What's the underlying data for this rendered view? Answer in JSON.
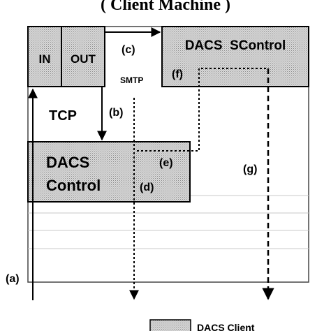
{
  "title": "( Client Machine )",
  "boxes": {
    "in_label": "IN",
    "out_label": "OUT",
    "dacs_scontrol_label": "DACS  SControl",
    "dacs_control_line1": "DACS",
    "dacs_control_line2": "Control"
  },
  "labels": {
    "tcp": "TCP",
    "smtp": "SMTP",
    "a": "(a)",
    "b": "(b)",
    "c": "(c)",
    "d": "(d)",
    "e": "(e)",
    "f": "(f)",
    "g": "(g)"
  },
  "legend": {
    "label": "DACS Client"
  },
  "colors": {
    "box_fill": "#d4d4d4",
    "line": "#000000",
    "grid": "#c8c8c8"
  }
}
